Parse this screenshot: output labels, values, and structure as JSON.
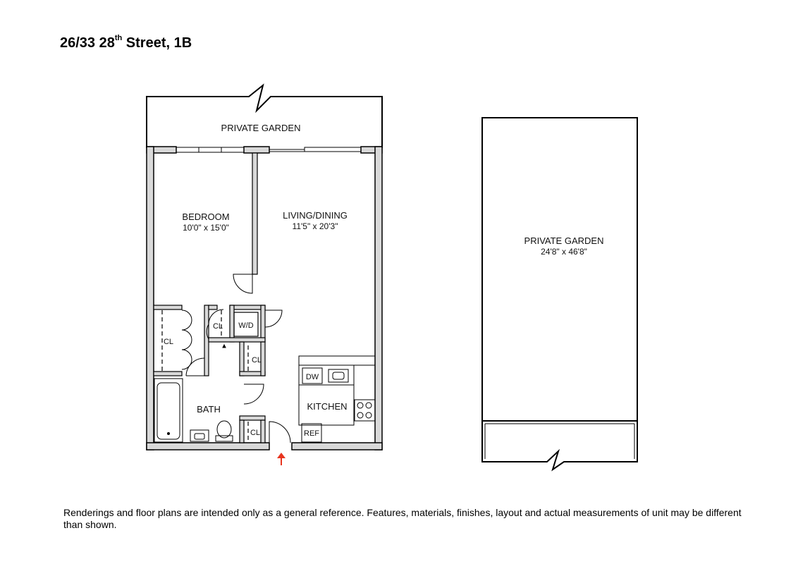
{
  "header": {
    "title_pre": "26/33 28",
    "title_sup": "th",
    "title_post": " Street, 1B"
  },
  "unit_plan": {
    "garden_label": "PRIVATE GARDEN",
    "bedroom": {
      "name": "BEDROOM",
      "dims": "10'0\" x 15'0\""
    },
    "living": {
      "name": "LIVING/DINING",
      "dims": "11'5\" x 20'3\""
    },
    "bath": {
      "name": "BATH"
    },
    "kitchen": {
      "name": "KITCHEN"
    },
    "closet_label": "CL",
    "washer_dryer": "W/D",
    "dishwasher": "DW",
    "refrigerator": "REF",
    "entry_arrow_color": "#e8351f"
  },
  "garden_plan": {
    "name": "PRIVATE GARDEN",
    "dims": "24'8\" x 46'8\""
  },
  "footer": {
    "disclaimer": "Renderings and floor plans are intended only as a general reference. Features, materials, finishes, layout and actual measurements of unit may be different than shown."
  }
}
